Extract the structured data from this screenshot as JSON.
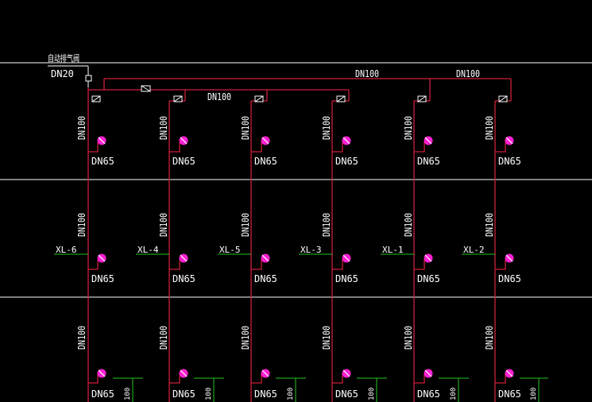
{
  "drawing": {
    "colors": {
      "background": "#000000",
      "floor_line": "#ffffff",
      "pipe": "#cc1f3a",
      "branch": "#22c322",
      "hydrant": "#ff1fd2",
      "text": "#ffffff",
      "fitting": "#ffffff"
    },
    "air_valve": {
      "label": "自动排气阀",
      "size": "DN20"
    },
    "header_labels": [
      "DN100",
      "DN100",
      "DN100"
    ],
    "risers": [
      {
        "id": "XL-6",
        "vertical_label": "DN100",
        "hydrant_label": "DN65",
        "branch_label": "100"
      },
      {
        "id": "XL-4",
        "vertical_label": "DN100",
        "hydrant_label": "DN65",
        "branch_label": "100"
      },
      {
        "id": "XL-5",
        "vertical_label": "DN100",
        "hydrant_label": "DN65",
        "branch_label": "100"
      },
      {
        "id": "XL-3",
        "vertical_label": "DN100",
        "hydrant_label": "DN65",
        "branch_label": "100"
      },
      {
        "id": "XL-1",
        "vertical_label": "DN100",
        "hydrant_label": "DN65",
        "branch_label": "100"
      },
      {
        "id": "XL-2",
        "vertical_label": "DN100",
        "hydrant_label": "DN65",
        "branch_label": "100"
      }
    ]
  }
}
